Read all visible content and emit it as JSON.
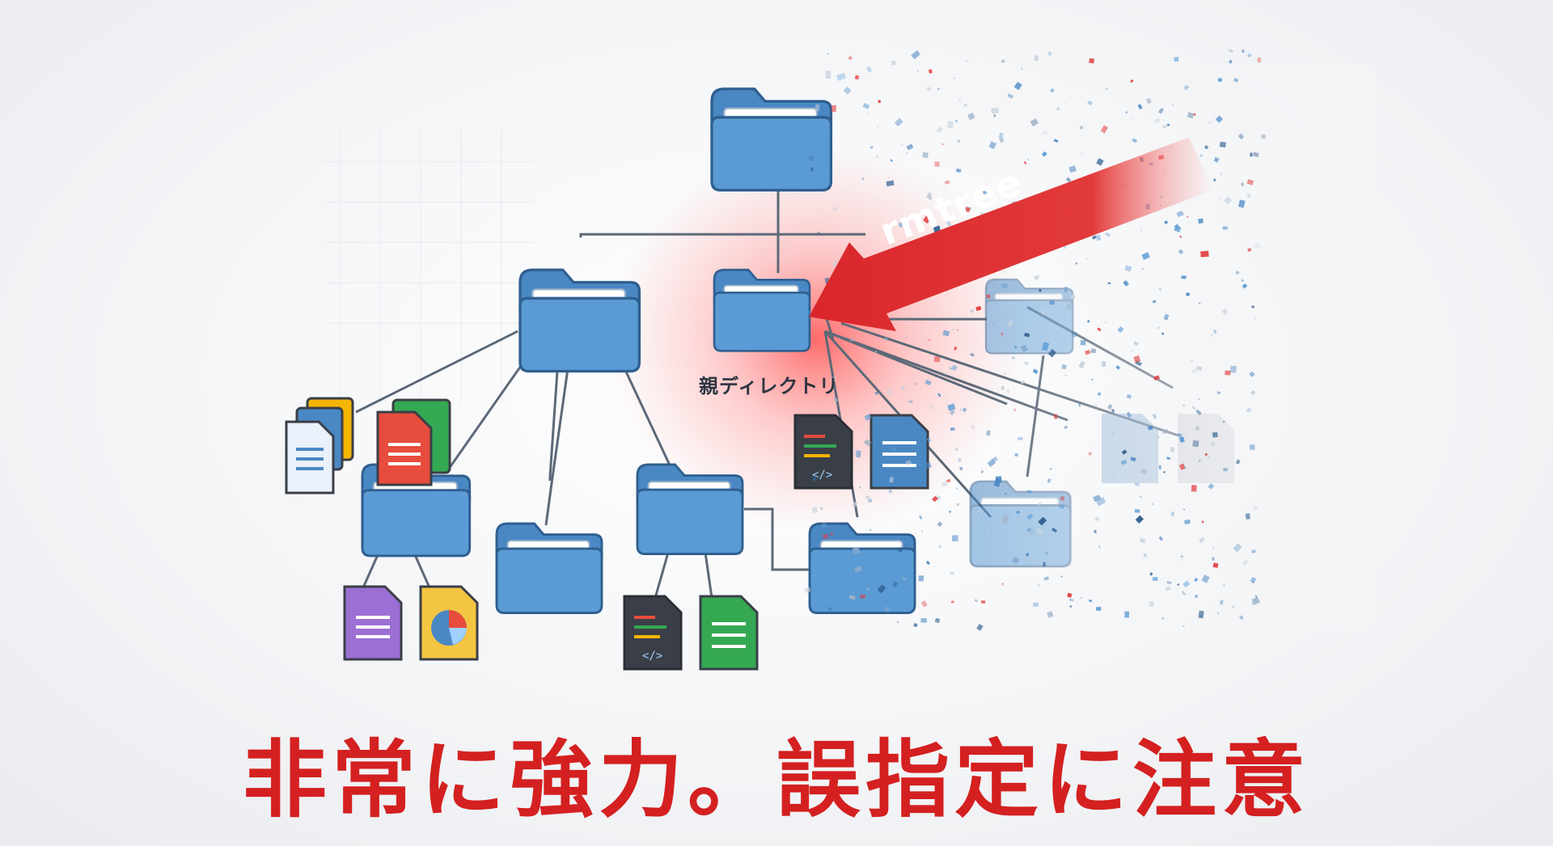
{
  "diagram": {
    "parent_label": "親ディレクトリ",
    "command_label": "rmtree",
    "warning_text": "非常に強力。誤指定に注意",
    "colors": {
      "folder_fill": "#5b9bd5",
      "folder_stroke": "#2f5f8f",
      "arrow": "#e23030",
      "warning": "#d42020",
      "connector": "#5c6978"
    },
    "file_types": [
      "text-document",
      "code-file",
      "list-document",
      "chart-document"
    ],
    "icons": [
      "folder-icon",
      "document-icon",
      "code-file-icon",
      "pie-chart-icon",
      "arrow-icon",
      "debris-particles"
    ]
  }
}
